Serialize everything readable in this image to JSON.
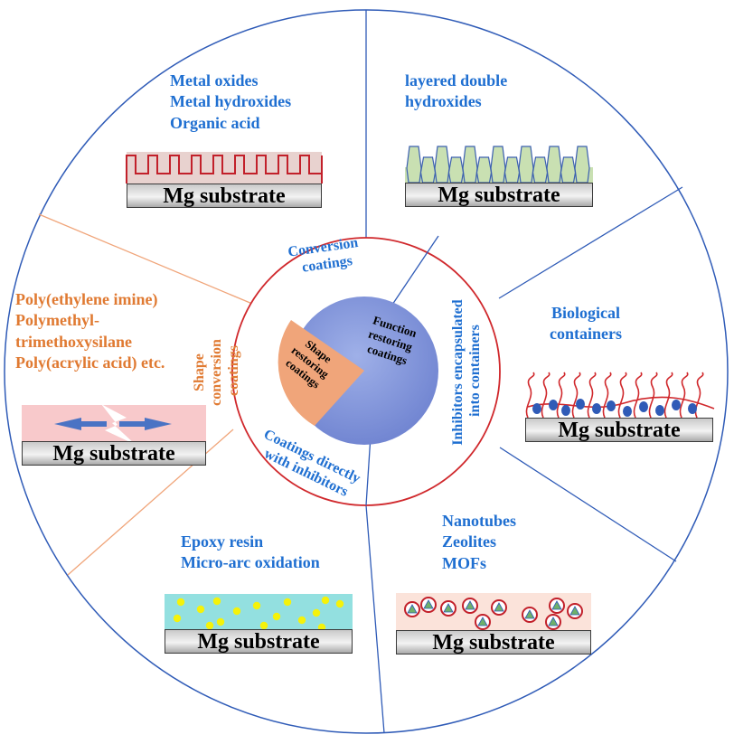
{
  "substrate_label": "Mg substrate",
  "center": {
    "function_label": "Function\nrestoring\ncoatings",
    "shape_label": "Shape\nrestoring\ncoatings"
  },
  "ring": {
    "conversion_label": "Conversion\ncoatings",
    "shape_conversion_label": "Shape\nconversion\ncoatings",
    "inhibitors_containers_label": "Inhibitors encapsulated\ninto containers",
    "coatings_inhibitors_label": "Coatings directly\nwith inhibitors"
  },
  "sections": {
    "metal_oxides": "Metal oxides\nMetal hydroxides\nOrganic acid",
    "ldh": "layered double\nhydroxides",
    "polymers": "Poly(ethylene imine)\nPolymethyl-\ntrimethoxysilane\nPoly(acrylic acid) etc.",
    "biological": "Biological\ncontainers",
    "epoxy": "Epoxy resin\nMicro-arc oxidation",
    "nanotubes": "Nanotubes\nZeolites\nMOFs"
  },
  "colors": {
    "blue_text": "#1f6fd1",
    "orange_text": "#e07a32",
    "ring_red": "#d0282c",
    "divider_blue": "#2f5bb7",
    "center_blue": "#7f93d9",
    "center_orange": "#f0a57a"
  }
}
